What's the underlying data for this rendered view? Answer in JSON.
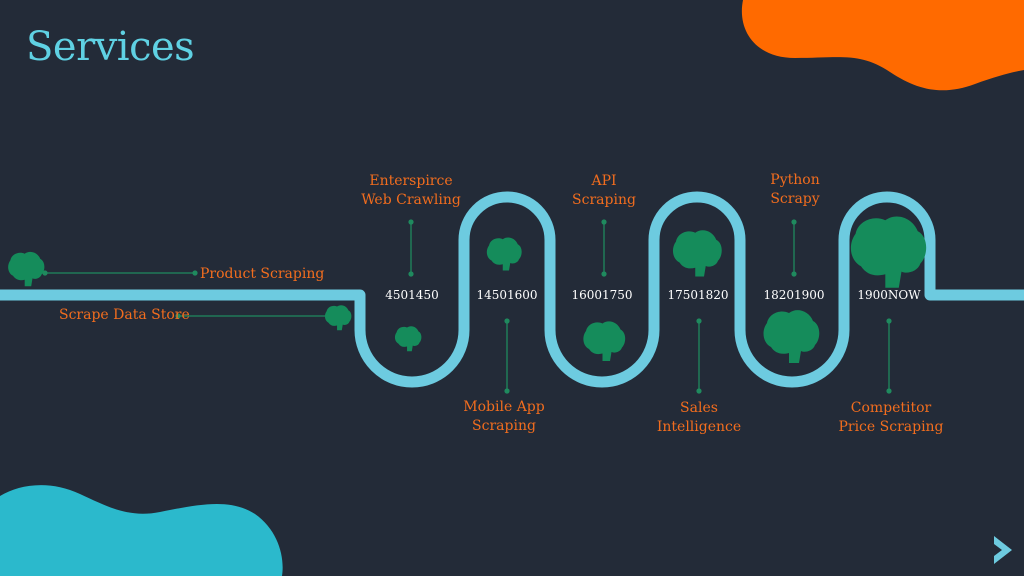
{
  "title": "Services",
  "colors": {
    "background": "#232b38",
    "track": "#6dcbe0",
    "label": "#f26d1e",
    "title": "#5fd1e3",
    "connector": "#1f8a5e",
    "icon": "#158c5b",
    "text": "#ffffff",
    "orange_blob": "#ff6a00",
    "teal_blob": "#2bb9cc"
  },
  "left_items": [
    {
      "label": "Product Scraping"
    },
    {
      "label": "Scrape Data Store"
    }
  ],
  "top_labels": [
    {
      "line1": "Enterspirce",
      "line2": "Web Crawling"
    },
    {
      "line1": "API",
      "line2": "Scraping"
    },
    {
      "line1": "Python",
      "line2": "Scrapy"
    }
  ],
  "bottom_labels": [
    {
      "line1": "Mobile App",
      "line2": "Scraping"
    },
    {
      "line1": "Sales",
      "line2": "Intelligence"
    },
    {
      "line1": "Competitor",
      "line2": "Price Scraping"
    }
  ],
  "years": [
    "4501450",
    "14501600",
    "16001750",
    "17501820",
    "18201900",
    "1900NOW"
  ],
  "icons": {
    "item": "brain-icon",
    "next": "chevron-right-icon"
  }
}
